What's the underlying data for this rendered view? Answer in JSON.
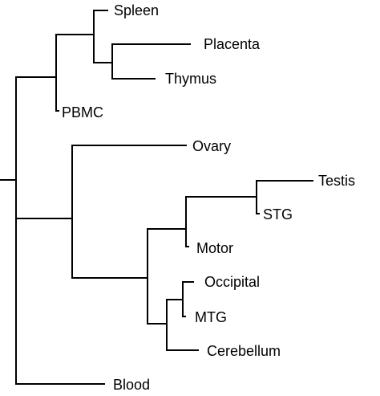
{
  "tree": {
    "leaves": [
      {
        "id": "spleen",
        "label": "Spleen"
      },
      {
        "id": "placenta",
        "label": "Placenta"
      },
      {
        "id": "thymus",
        "label": "Thymus"
      },
      {
        "id": "pbmc",
        "label": "PBMC"
      },
      {
        "id": "ovary",
        "label": "Ovary"
      },
      {
        "id": "testis",
        "label": "Testis"
      },
      {
        "id": "stg",
        "label": "STG"
      },
      {
        "id": "motor",
        "label": "Motor"
      },
      {
        "id": "occipital",
        "label": "Occipital"
      },
      {
        "id": "mtg",
        "label": "MTG"
      },
      {
        "id": "cerebellum",
        "label": "Cerebellum"
      },
      {
        "id": "blood",
        "label": "Blood"
      }
    ],
    "line_color": "#000000"
  }
}
